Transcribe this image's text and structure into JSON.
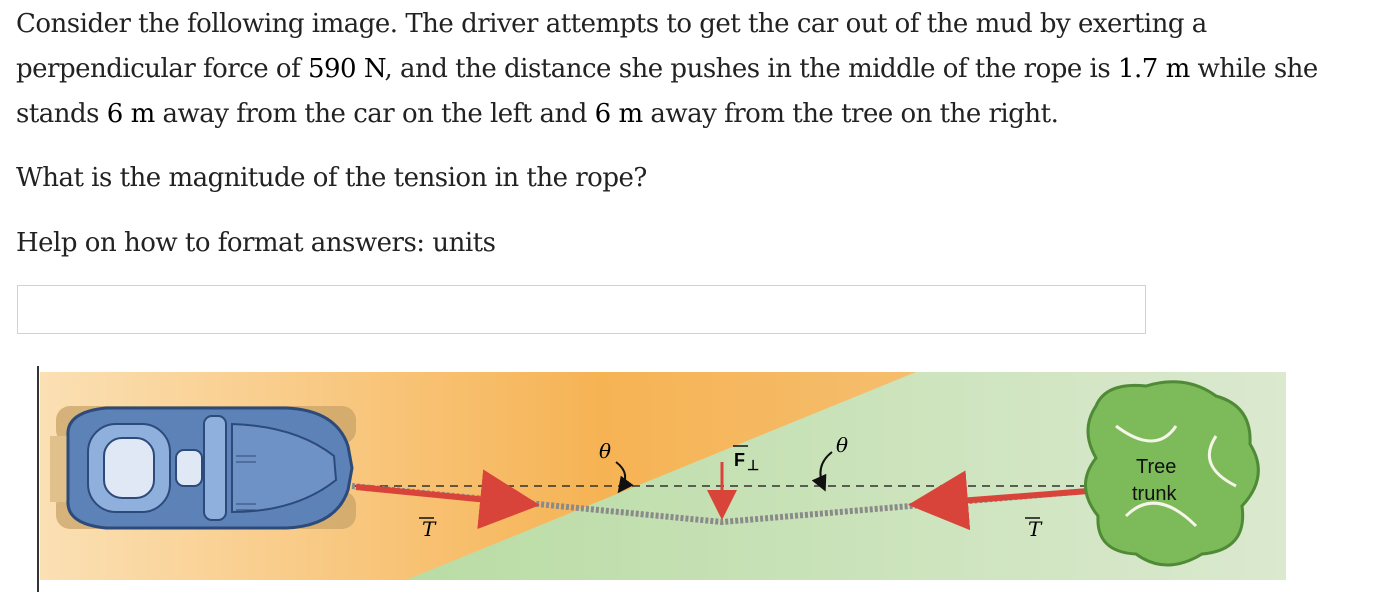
{
  "question": {
    "line1_a": "Consider the following image. The driver attempts to get the car out of the mud by exerting a",
    "line2_a": "perpendicular force of ",
    "force_value": "590 N",
    "line2_b": ", and the distance she pushes in the middle of the rope is ",
    "push_distance": "1.7 m",
    "line2_c": " while she",
    "line3_a": "stands ",
    "car_distance": "6 m",
    "line3_b": " away from the car on the left and ",
    "tree_distance": "6 m",
    "line3_c": " away from the tree on the right."
  },
  "prompt": "What is the magnitude of the tension in the rope?",
  "help": {
    "text": "Help on how to format answers: ",
    "link": "units"
  },
  "answer": {
    "value": "",
    "placeholder": ""
  },
  "figure": {
    "tension_left": "T",
    "tension_right": "T",
    "angle_left": "θ",
    "angle_right": "θ",
    "force": "F",
    "force_subscript": "⊥",
    "tree_line1": "Tree",
    "tree_line2": "trunk",
    "colors": {
      "mud": "#f6b354",
      "grass": "#d3e6c2",
      "car": "#5d82b8",
      "tension_arrow": "#d9443a",
      "force_arrow": "#d9443a",
      "tree": "#7dba5a",
      "rope": "#8a8a8a"
    }
  }
}
